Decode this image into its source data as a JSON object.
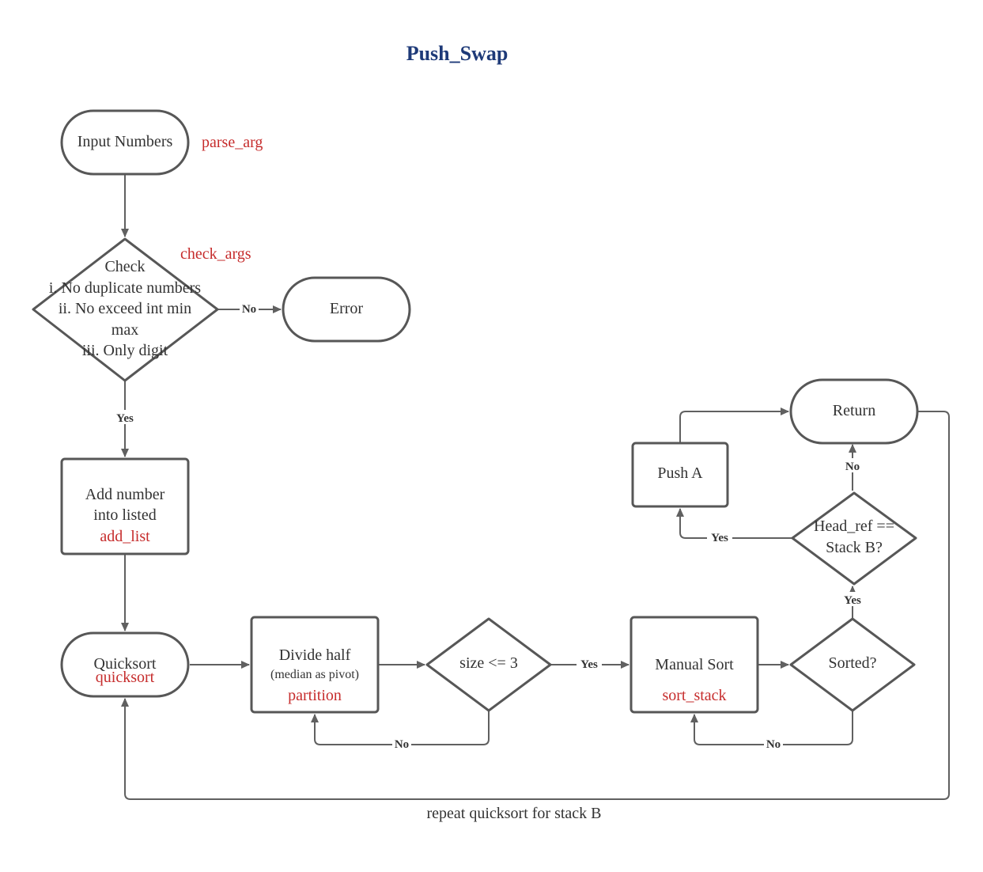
{
  "title": "Push_Swap",
  "nodes": {
    "input": {
      "label": "Input Numbers"
    },
    "check": {
      "line1": "Check",
      "line2": "i. No duplicate numbers",
      "line3": "ii. No exceed int min",
      "line4": "max",
      "line5": "iii. Only digit"
    },
    "error": {
      "label": "Error"
    },
    "add": {
      "line1": "Add number",
      "line2": "into listed"
    },
    "quicksort": {
      "label": "Quicksort"
    },
    "divide": {
      "label": "Divide half",
      "sub": "(median as pivot)"
    },
    "size": {
      "label": "size <= 3"
    },
    "manual": {
      "label": "Manual Sort"
    },
    "sorted": {
      "label": "Sorted?"
    },
    "head": {
      "line1": "Head_ref ==",
      "line2": "Stack B?"
    },
    "push": {
      "label": "Push A"
    },
    "ret": {
      "label": "Return"
    }
  },
  "functions": {
    "parse_arg": "parse_arg",
    "check_args": "check_args",
    "add_list": "add_list",
    "quicksort": "quicksort",
    "partition": "partition",
    "sort_stack": "sort_stack"
  },
  "edge_labels": {
    "check_no": "No",
    "check_yes": "Yes",
    "size_yes": "Yes",
    "size_no": "No",
    "sorted_no": "No",
    "sorted_yes": "Yes",
    "head_no": "No",
    "head_yes": "Yes"
  },
  "caption": "repeat quicksort for stack B",
  "colors": {
    "title": "#1e3a78",
    "function": "#c62c2c",
    "stroke": "#575757"
  }
}
